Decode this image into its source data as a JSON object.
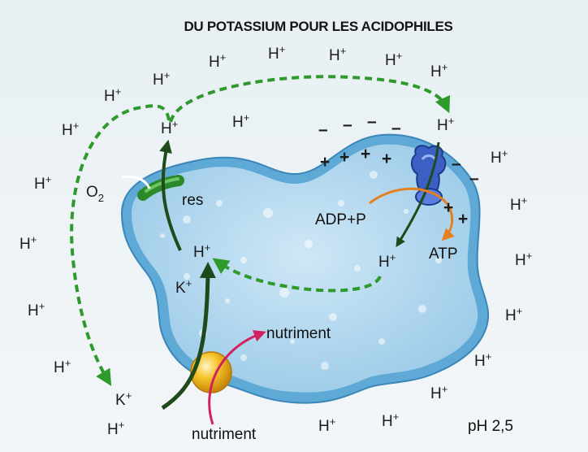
{
  "title": "DU POTASSIUM POUR LES ACIDOPHILES",
  "labels": {
    "proton": "H",
    "plus_sup": "+",
    "o2_base": "O",
    "o2_sub": "2",
    "res": "res",
    "potassium": "K",
    "adp": "ADP+P",
    "atp": "ATP",
    "nutrient": "nutriment",
    "ph": "pH 2,5",
    "minus": "–",
    "plus": "+"
  },
  "colors": {
    "background": "#eef3f6",
    "cell_fill": "#a9d2ec",
    "membrane": "#5ea9d6",
    "proton_flow": "#2f9a2c",
    "dark_arrow": "#1f4a1a",
    "nutrient_arrow": "#d3205e",
    "atp_arrow": "#e6801f",
    "atp_synthase": "#3b5fc2",
    "transporter": "#f2c01a"
  }
}
